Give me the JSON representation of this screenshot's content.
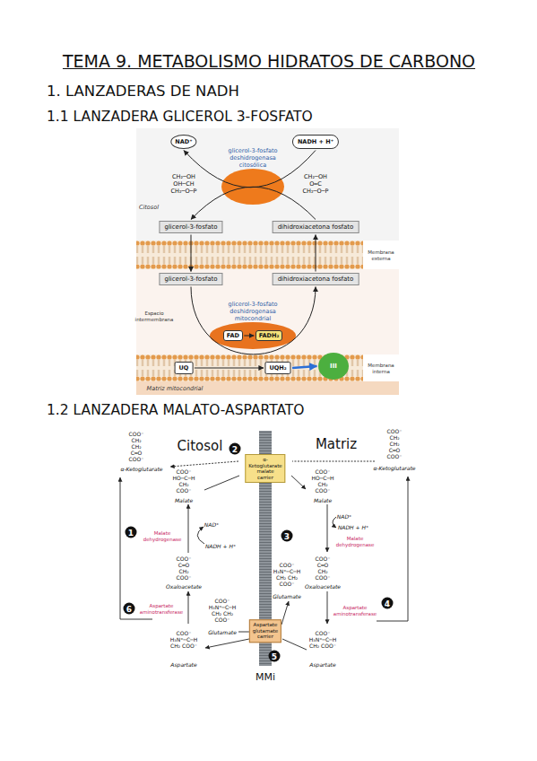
{
  "diagram": {
    "title": "TEMA 9. METABOLISMO HIDRATOS DE CARBONO",
    "nodes": [
      {
        "text": [
          "NAD⁺"
        ]
      },
      {
        "text": [
          "NADH + H⁺"
        ]
      },
      {
        "text": [
          "glicerol-3-fosfato deshidrogenasa citosólica"
        ]
      },
      {
        "text": [
          "glicerol-3-fosfato"
        ]
      },
      {
        "text": [
          "dihidroxiacetona fosfato"
        ]
      },
      {
        "text": [
          "glicerol-3-fosfato"
        ]
      },
      {
        "text": [
          "dihidroxiacetona fosfato"
        ]
      },
      {
        "text": [
          "glicerol-3-fosfato deshidrogenasa mitocondrial"
        ]
      },
      {
        "text": [
          "FAD"
        ],
        "in": 7
      },
      {
        "text": [
          "FADH₂"
        ],
        "in": 7
      },
      {
        "text": [
          "UQ"
        ]
      },
      {
        "text": [
          "UQH₂"
        ]
      },
      {
        "text": [
          "III"
        ]
      },
      {
        "text": [
          "α-Ketoglutarate malate carrier"
        ]
      },
      {
        "text": [
          "Aspartate glutamate carrier"
        ]
      }
    ],
    "edges": [
      {
        "from": 3,
        "to": 5,
        "arrow": "to"
      },
      {
        "from": 6,
        "to": 4,
        "arrow": "to"
      },
      {
        "from": 1,
        "to": 0,
        "arrow": "to"
      },
      {
        "from": 4,
        "to": 3,
        "arrow": "to"
      },
      {
        "from": 5,
        "to": 6,
        "arrow": "to"
      },
      {
        "from": 8,
        "to": 9,
        "arrow": "to"
      },
      {
        "from": 10,
        "to": 11,
        "arrow": "to"
      },
      {
        "from": 11,
        "to": 12,
        "arrow": "to"
      }
    ],
    "labels": [
      "1. LANZADERAS DE NADH",
      "1.1 LANZADERA GLICEROL 3-FOSFATO",
      "Citosol",
      "CH₂─OH OH─CH CH₂─O─P",
      "CH₂─OH O═C CH₂─O─P",
      "Membrana externa",
      "Espacio intermembrana",
      "Membrana interna",
      "Matriz mitocondrial",
      "1.2 LANZADERA MALATO-ASPARTATO",
      "Citosol",
      "Matriz",
      "1",
      "2",
      "3",
      "4",
      "5",
      "6",
      "COO⁻ CH₂ CH₂ C═O COO⁻",
      "α-Ketoglutarate",
      "COO⁻ HO─C─H CH₂ COO⁻",
      "Malate",
      "Malate dehydrogenase",
      "NAD⁺",
      "NADH + H⁺",
      "COO⁻ C═O CH₂ COO⁻",
      "Oxaloacetate",
      "Aspartate aminotransferase",
      "COO⁻ H₃N⁺─C─H CH₂ CH₂ COO⁻",
      "Glutamate",
      "COO⁻ H₃N⁺─C─H CH₂ COO⁻",
      "Aspartate",
      "COO⁻ CH₂ CH₂ C═O COO⁻",
      "α-Ketoglutarate",
      "COO⁻ HO─C─H CH₂ COO⁻",
      "Malate",
      "Malate dehydrogenase",
      "NAD⁺",
      "NADH + H⁺",
      "COO⁻ C═O CH₂ COO⁻",
      "Oxaloacetate",
      "COO⁻ H₃N⁺─C─H CH₂ CH₂ COO⁻",
      "Glutamate",
      "Aspartate aminotransferase",
      "COO⁻ H₃N⁺─C─H CH₂ COO⁻",
      "Aspartate",
      "MMi"
    ]
  }
}
